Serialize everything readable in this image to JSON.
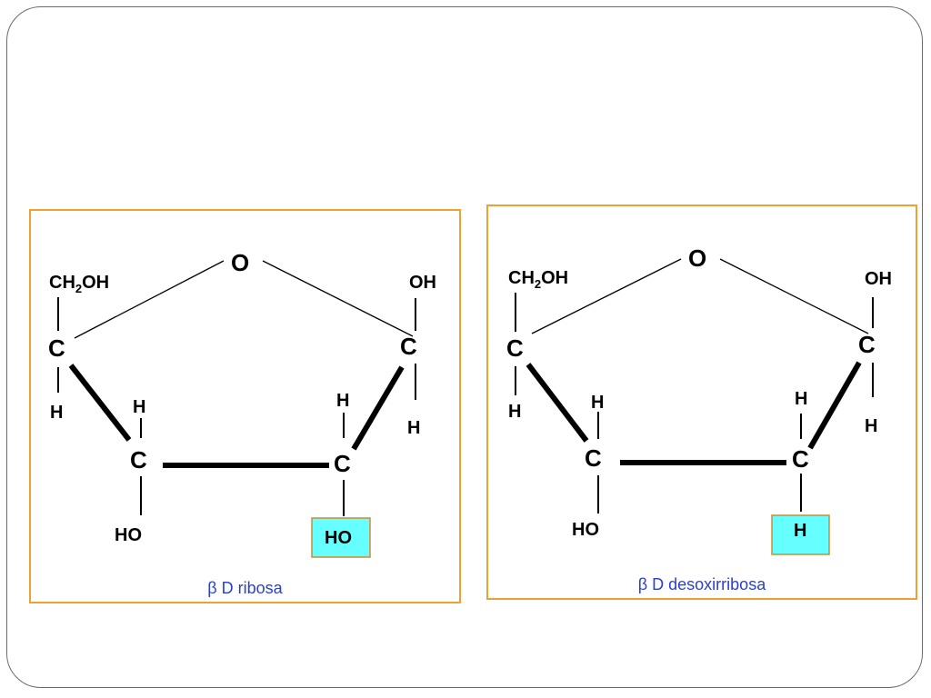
{
  "panels": [
    {
      "caption": "β D ribosa",
      "atoms": {
        "ring_oxygen": "O",
        "c5_group_main": "CH",
        "c5_group_sub": "2",
        "c5_group_end": "OH",
        "c4": "C",
        "c4_h": "H",
        "c3": "C",
        "c3_h": "H",
        "c3_oh": "HO",
        "c2": "C",
        "c2_h": "H",
        "c2_sub": "HO",
        "c1": "C",
        "c1_oh": "OH",
        "c1_h": "H"
      },
      "highlight_color": "#66ffff"
    },
    {
      "caption": "β D desoxirribosa",
      "atoms": {
        "ring_oxygen": "O",
        "c5_group_main": "CH",
        "c5_group_sub": "2",
        "c5_group_end": "OH",
        "c4": "C",
        "c4_h": "H",
        "c3": "C",
        "c3_h": "H",
        "c3_oh": "HO",
        "c2": "C",
        "c2_h": "H",
        "c2_sub": "H",
        "c1": "C",
        "c1_oh": "OH",
        "c1_h": "H"
      },
      "highlight_color": "#66ffff"
    }
  ]
}
